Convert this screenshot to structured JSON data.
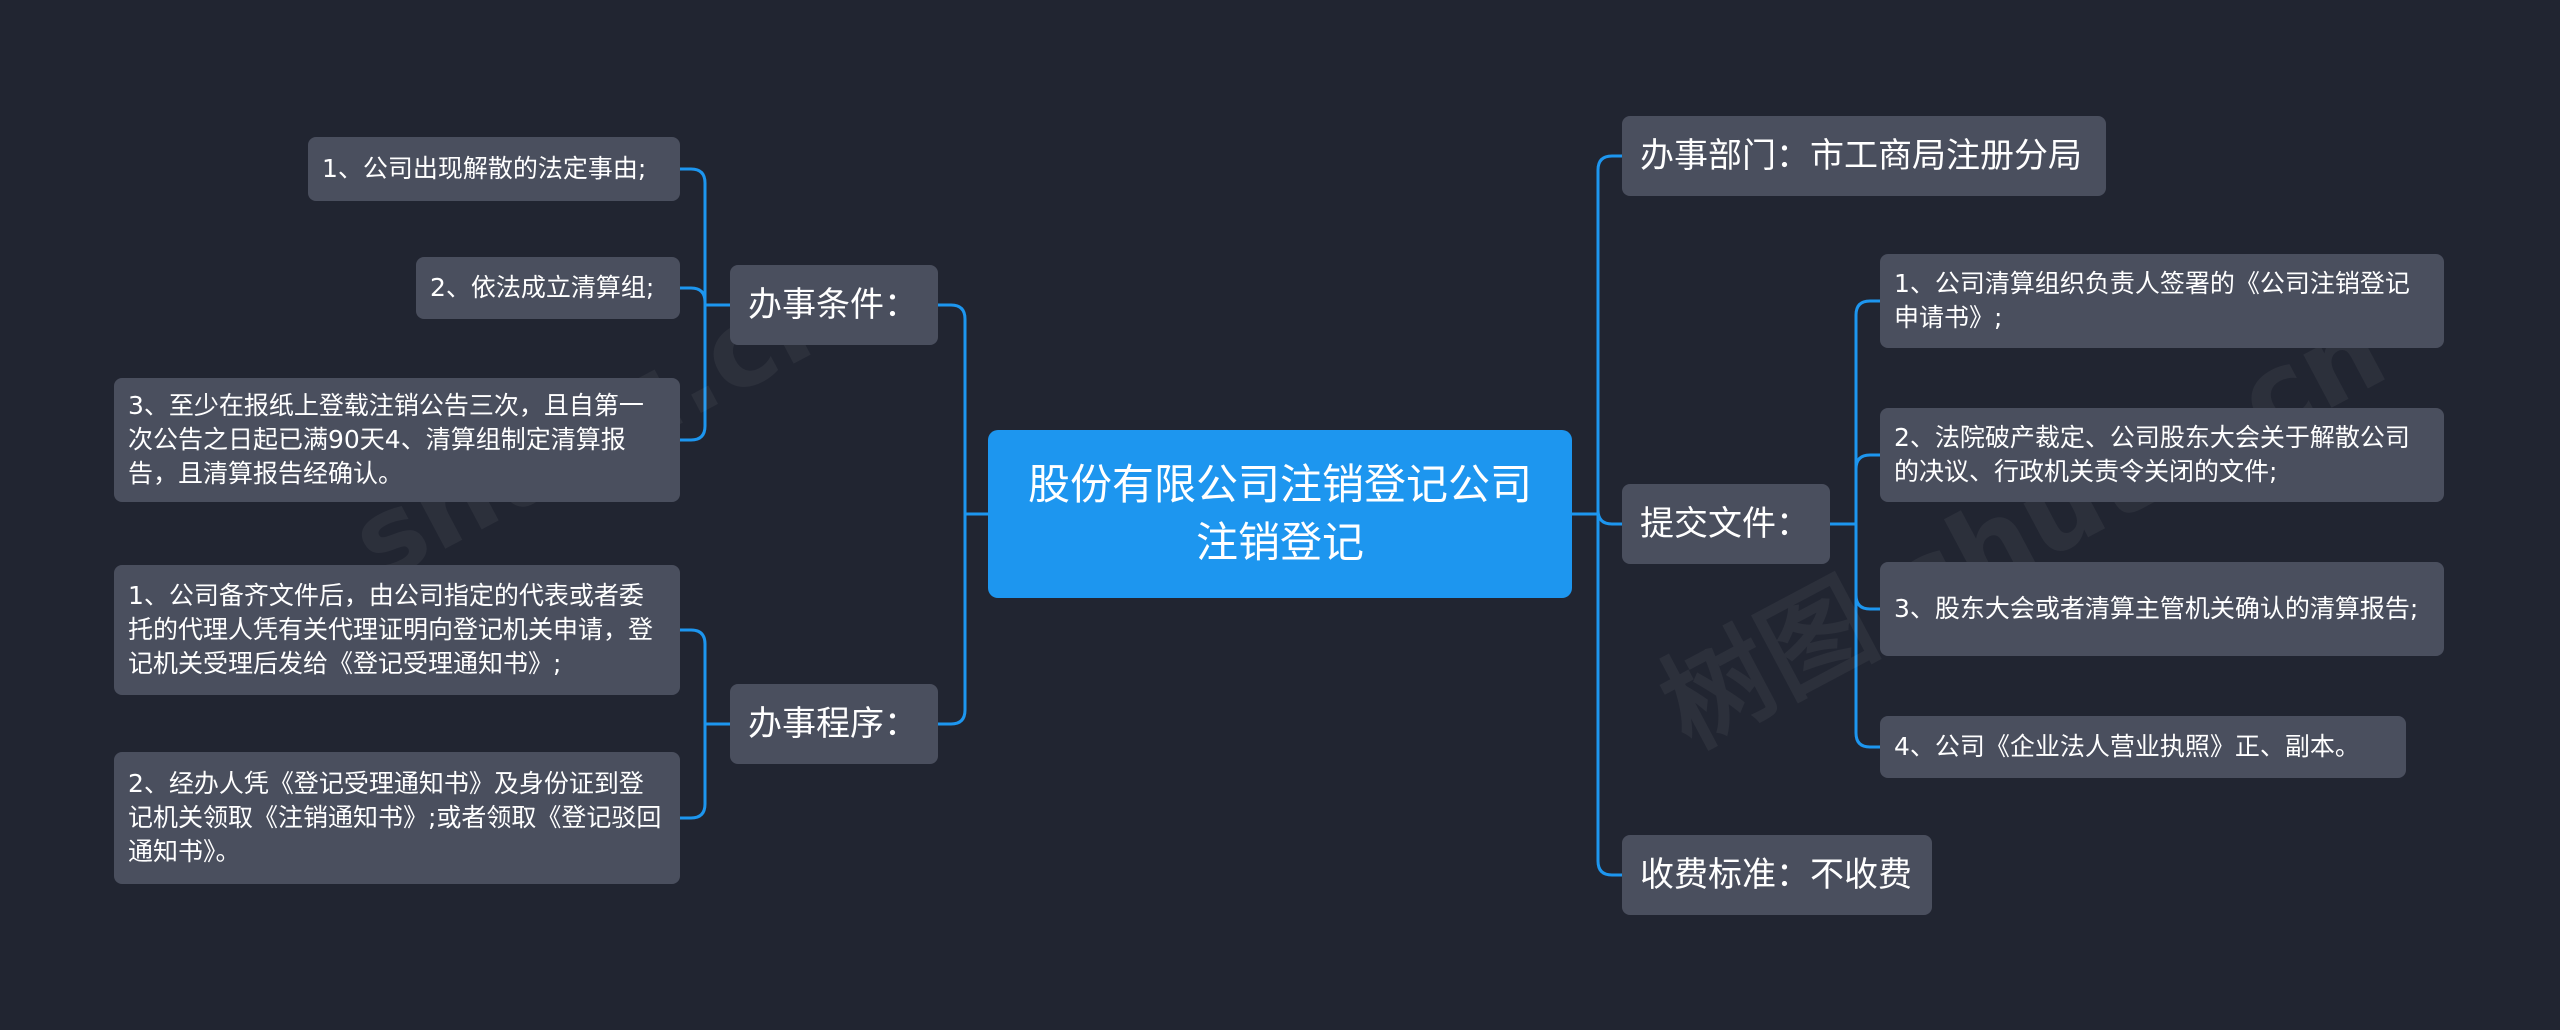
{
  "theme": {
    "background": "#212531",
    "root_color": "#1d96ef",
    "node_color": "#4a4f5e",
    "line_color": "#1d96ef"
  },
  "root": {
    "label": "股份有限公司注销登记公司注销登记"
  },
  "branches": {
    "conditions": {
      "label": "办事条件：",
      "items": [
        "1、公司出现解散的法定事由;",
        "2、依法成立清算组;",
        "3、至少在报纸上登载注销公告三次，且自第一次公告之日起已满90天4、清算组制定清算报告，且清算报告经确认。"
      ]
    },
    "procedure": {
      "label": "办事程序：",
      "items": [
        "1、公司备齐文件后，由公司指定的代表或者委托的代理人凭有关代理证明向登记机关申请，登记机关受理后发给《登记受理通知书》;",
        "2、经办人凭《登记受理通知书》及身份证到登记机关领取《注销通知书》;或者领取《登记驳回通知书》。"
      ]
    },
    "department": {
      "label": "办事部门：市工商局注册分局"
    },
    "documents": {
      "label": "提交文件：",
      "items": [
        "1、公司清算组织负责人签署的《公司注销登记申请书》;",
        "2、法院破产裁定、公司股东大会关于解散公司的决议、行政机关责令关闭的文件;",
        "3、股东大会或者清算主管机关确认的清算报告;",
        "4、公司《企业法人营业执照》正、副本。"
      ]
    },
    "fee": {
      "label": "收费标准：不收费"
    }
  }
}
